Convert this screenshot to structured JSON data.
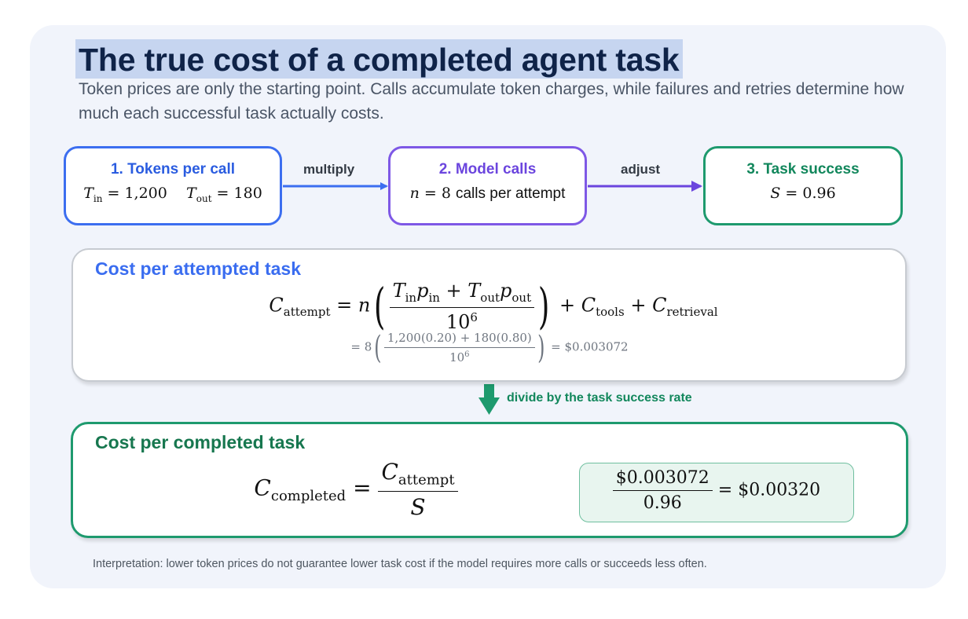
{
  "header": {
    "title": "The true cost of a completed agent task",
    "subtitle": "Token prices are only the starting point. Calls accumulate token charges, while failures and retries determine how much each successful task actually costs."
  },
  "flow": {
    "steps": [
      {
        "title": "1. Tokens per call",
        "t_in_value": "1,200",
        "t_out_value": "180"
      },
      {
        "title": "2. Model calls",
        "n_value": "8",
        "n_suffix": "calls per attempt"
      },
      {
        "title": "3. Task success",
        "s_value": "0.96"
      }
    ],
    "arrow_labels": [
      "multiply",
      "adjust"
    ]
  },
  "attempt_panel": {
    "title": "Cost per attempted task",
    "sub_tools": "tools",
    "sub_retrieval": "retrieval",
    "numerator": "1,200(0.20) + 180(0.80)",
    "result": "$0.003072"
  },
  "divide_label": "divide by the task success rate",
  "completed_panel": {
    "title": "Cost per completed task",
    "numerator": "$0.003072",
    "denominator": "0.96",
    "result": "$0.00320"
  },
  "interpretation": "Interpretation: lower token prices do not guarantee lower task cost if the model requires more calls or succeeds less often.",
  "colors": {
    "blue": "#3c6ef0",
    "purple": "#7e58e6",
    "green": "#1e9a6e",
    "title_highlight": "#c6d5f0"
  }
}
